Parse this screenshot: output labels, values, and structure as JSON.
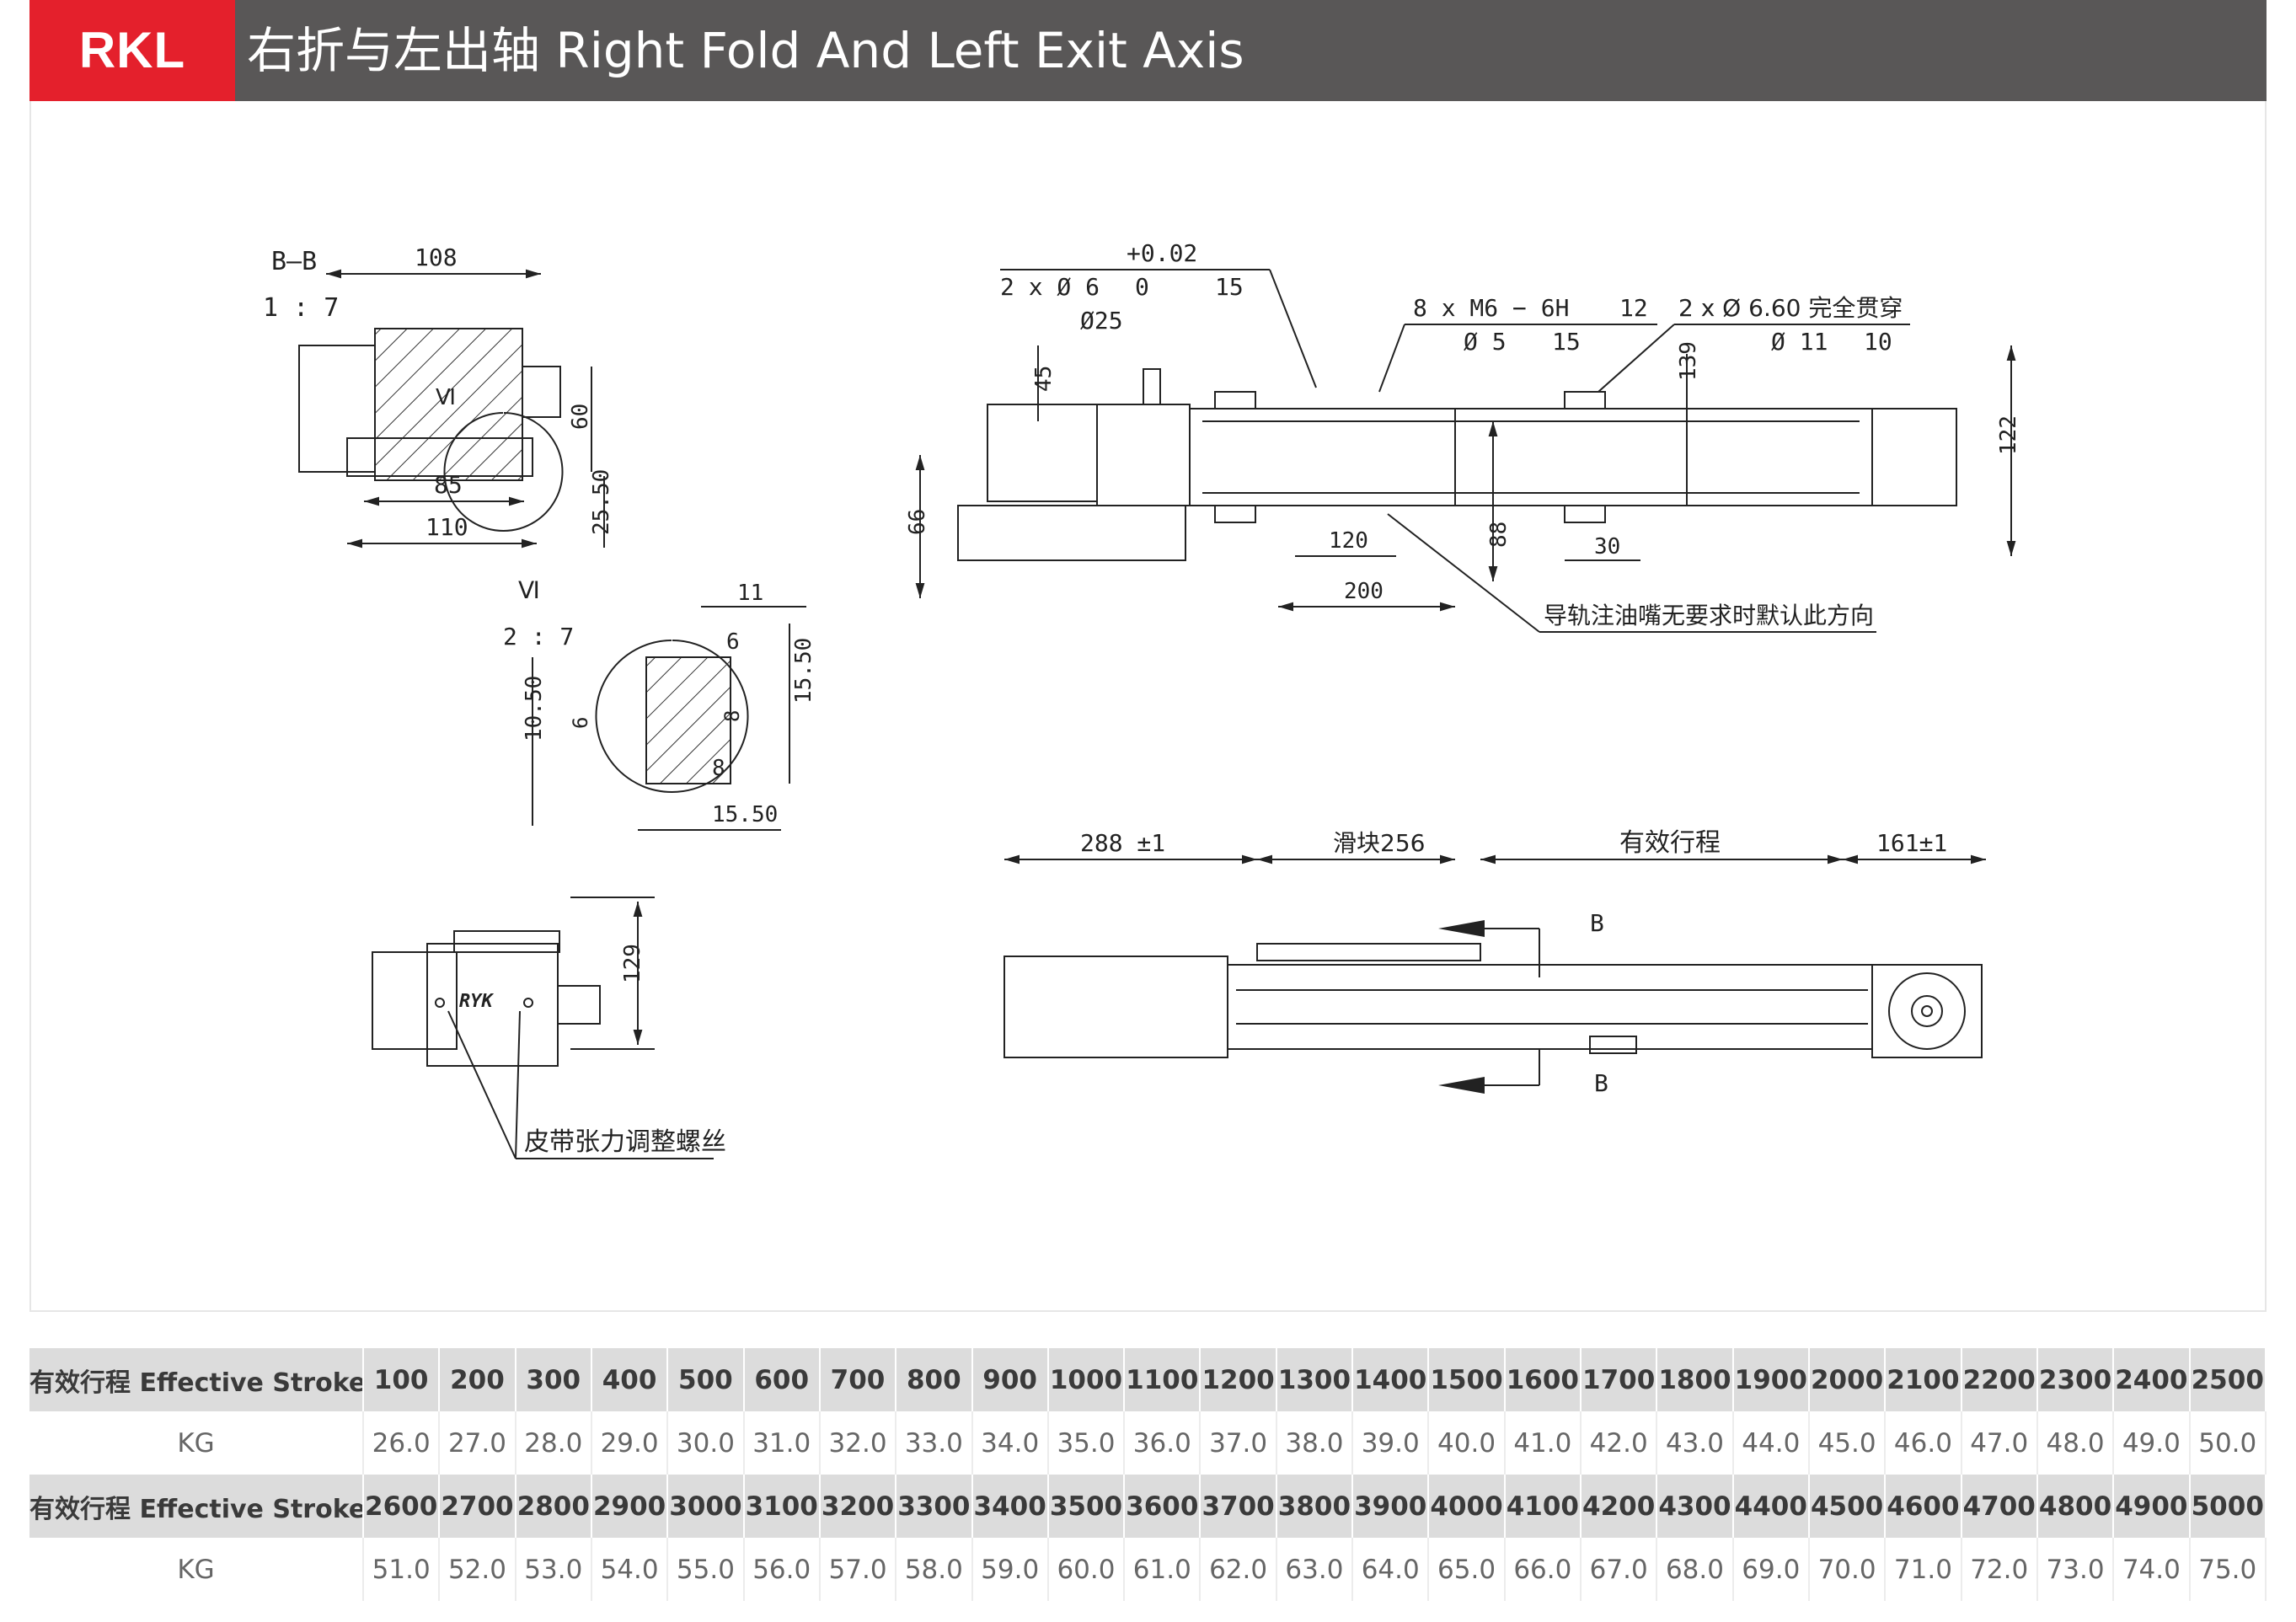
{
  "header": {
    "badge": "RKL",
    "title": "右折与左出轴 Right Fold And Left Exit Axis",
    "accent_color": "#e4202c",
    "bar_color": "#595757"
  },
  "drawing": {
    "section_bb": {
      "label": "B—B",
      "scale": "1 : 7",
      "dims": {
        "d108": "108",
        "d60": "60",
        "d85": "85",
        "d110": "110",
        "d2550": "25.50"
      },
      "detail_marker": "Ⅵ"
    },
    "detail_vi": {
      "label": "Ⅵ",
      "scale": "2 : 7",
      "dims": {
        "d11": "11",
        "d6a": "6",
        "d1550v": "15.50",
        "d8a": "8",
        "d1050": "10.50",
        "d6b": "6",
        "d8b": "8",
        "d1550h": "15.50"
      }
    },
    "end_view": {
      "dim129": "129",
      "logo": "RYK",
      "note": "皮带张力调整螺丝"
    },
    "side_view": {
      "note_pin_main": "2 x Ø 6",
      "note_pin_tol_upper": "+0.02",
      "note_pin_tol_lower": "0",
      "note_pin_depth": "15",
      "note_bore": "Ø25",
      "note_m6_main": "8 x  M6 − 6H",
      "note_m6_depth": "12",
      "note_m6_sub": "Ø 5",
      "note_m6_sub_depth": "15",
      "note_thru_main": "2 x Ø 6.60 完全贯穿",
      "note_thru_sub": "Ø 11",
      "note_thru_depth": "10",
      "dims": {
        "d45": "45",
        "d139": "139",
        "d122": "122",
        "d66": "66",
        "d120": "120",
        "d88": "88",
        "d30": "30",
        "d200": "200"
      },
      "oil_note": "导轨注油嘴无要求时默认此方向"
    },
    "top_view": {
      "d288": "288  ±1",
      "slider": "滑块256",
      "stroke": "有效行程",
      "d161": "161±1",
      "section_mark_top": "B",
      "section_mark_bottom": "B"
    }
  },
  "spec_table": {
    "row_label": "有效行程 Effective Stroke",
    "kg_label": "KG",
    "strokes_1": [
      "100",
      "200",
      "300",
      "400",
      "500",
      "600",
      "700",
      "800",
      "900",
      "1000",
      "1100",
      "1200",
      "1300",
      "1400",
      "1500",
      "1600",
      "1700",
      "1800",
      "1900",
      "2000",
      "2100",
      "2200",
      "2300",
      "2400",
      "2500"
    ],
    "weights_1": [
      "26.0",
      "27.0",
      "28.0",
      "29.0",
      "30.0",
      "31.0",
      "32.0",
      "33.0",
      "34.0",
      "35.0",
      "36.0",
      "37.0",
      "38.0",
      "39.0",
      "40.0",
      "41.0",
      "42.0",
      "43.0",
      "44.0",
      "45.0",
      "46.0",
      "47.0",
      "48.0",
      "49.0",
      "50.0"
    ],
    "strokes_2": [
      "2600",
      "2700",
      "2800",
      "2900",
      "3000",
      "3100",
      "3200",
      "3300",
      "3400",
      "3500",
      "3600",
      "3700",
      "3800",
      "3900",
      "4000",
      "4100",
      "4200",
      "4300",
      "4400",
      "4500",
      "4600",
      "4700",
      "4800",
      "4900",
      "5000"
    ],
    "weights_2": [
      "51.0",
      "52.0",
      "53.0",
      "54.0",
      "55.0",
      "56.0",
      "57.0",
      "58.0",
      "59.0",
      "60.0",
      "61.0",
      "62.0",
      "63.0",
      "64.0",
      "65.0",
      "66.0",
      "67.0",
      "68.0",
      "69.0",
      "70.0",
      "71.0",
      "72.0",
      "73.0",
      "74.0",
      "75.0"
    ]
  }
}
